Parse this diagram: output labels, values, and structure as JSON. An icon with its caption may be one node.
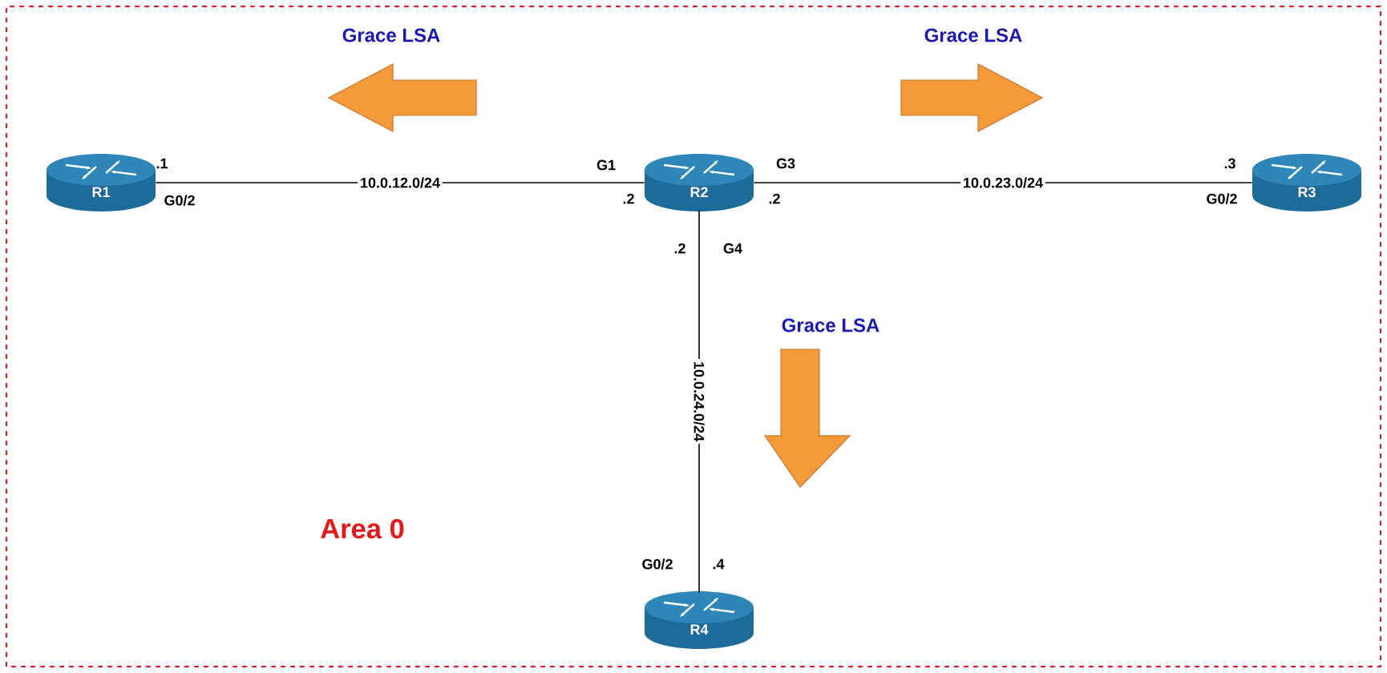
{
  "diagram": {
    "nodes": [
      {
        "text": [
          "R1"
        ]
      },
      {
        "text": [
          "R2"
        ]
      },
      {
        "text": [
          "R3"
        ]
      },
      {
        "text": [
          "R4"
        ]
      }
    ],
    "edges": [
      {
        "from": 0,
        "to": 1,
        "arrow": "none",
        "label": "10.0.12.0/24"
      },
      {
        "from": 1,
        "to": 2,
        "arrow": "none",
        "label": "10.0.23.0/24"
      },
      {
        "from": 1,
        "to": 3,
        "arrow": "none",
        "label": "10.0.24.0/24"
      }
    ],
    "labels": [
      "Grace LSA",
      "Grace LSA",
      ".1",
      "G1",
      "G3",
      ".3",
      "G0/2",
      ".2",
      ".2",
      "G0/2",
      ".2",
      "G4",
      "Grace LSA",
      "Area 0",
      "G0/2",
      ".4"
    ]
  }
}
